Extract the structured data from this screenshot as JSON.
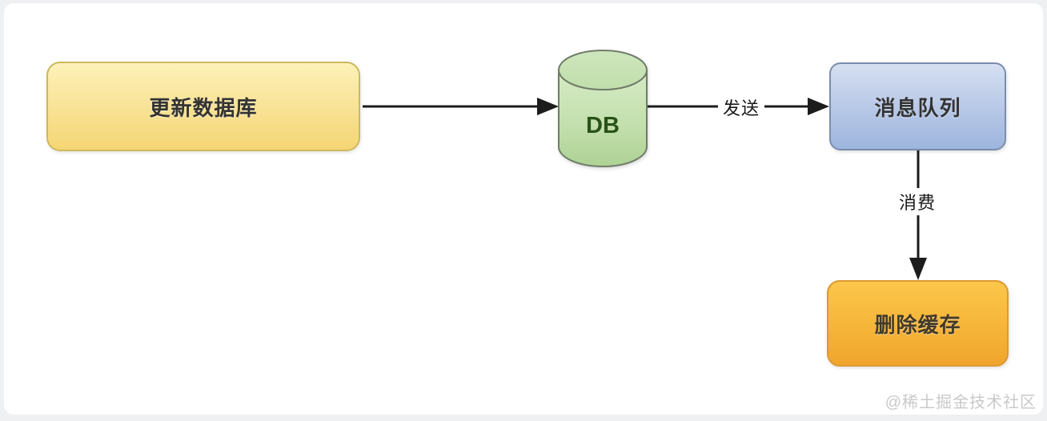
{
  "page": {
    "background_color": "#eff0f2",
    "canvas_color": "#ffffff",
    "watermark": "@稀土掘金技术社区"
  },
  "diagram": {
    "nodes": [
      {
        "id": "update-database",
        "label": "更新数据库",
        "shape": "rounded-rect",
        "fill_top": "#fdf2b8",
        "fill_bottom": "#f5d675",
        "border": "#cdb85f"
      },
      {
        "id": "db",
        "label": "DB",
        "shape": "cylinder",
        "fill_top": "#d6eac6",
        "fill_bottom": "#aed295",
        "border": "#6f7d68",
        "text_color": "#2a5218"
      },
      {
        "id": "message-queue",
        "label": "消息队列",
        "shape": "rounded-rect",
        "fill_top": "#d6e0f2",
        "fill_bottom": "#9db5dd",
        "border": "#7b8daf"
      },
      {
        "id": "delete-cache",
        "label": "删除缓存",
        "shape": "rounded-rect",
        "fill_top": "#fcc74b",
        "fill_bottom": "#f0a52d",
        "border": "#dd9a33"
      }
    ],
    "edges": [
      {
        "from": "update-database",
        "to": "db",
        "label": ""
      },
      {
        "from": "db",
        "to": "message-queue",
        "label": "发送"
      },
      {
        "from": "message-queue",
        "to": "delete-cache",
        "label": "消费"
      }
    ],
    "arrow_color": "#1c1c1c"
  }
}
